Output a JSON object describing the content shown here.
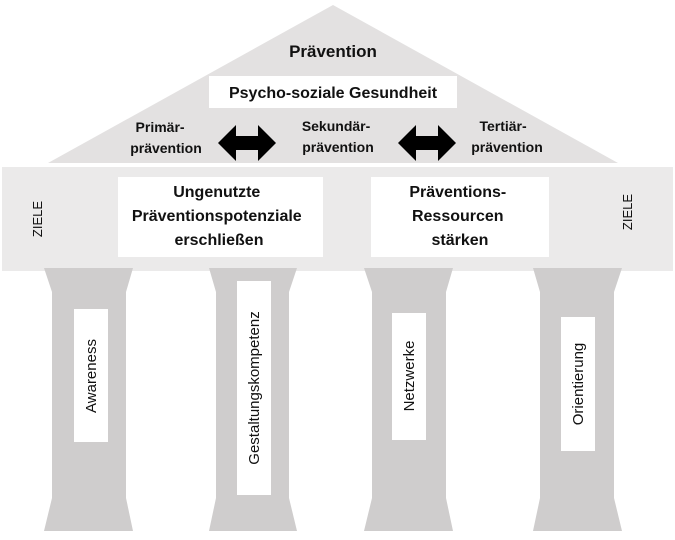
{
  "roof": {
    "title": "Prävention",
    "subtitle": "Psycho-soziale Gesundheit",
    "stage_primary": [
      "Primär-",
      "prävention"
    ],
    "stage_secondary": [
      "Sekundär-",
      "prävention"
    ],
    "stage_tertiary": [
      "Tertiär-",
      "prävention"
    ]
  },
  "beam": {
    "left_label": "ZIELE",
    "right_label": "ZIELE",
    "goal_left": [
      "Ungenutzte",
      "Präventionspotenziale",
      "erschließen"
    ],
    "goal_right": [
      "Präventions-",
      "Ressourcen",
      "stärken"
    ]
  },
  "pillars": [
    {
      "label": "Awareness"
    },
    {
      "label": "Gestaltungskompetenz"
    },
    {
      "label": "Netzwerke"
    },
    {
      "label": "Orientierung"
    }
  ],
  "colors": {
    "roof": "#e3e1e1",
    "beam": "#ebeaea",
    "pillar": "#cfcdcd",
    "box": "#ffffff",
    "text": "#111111"
  }
}
